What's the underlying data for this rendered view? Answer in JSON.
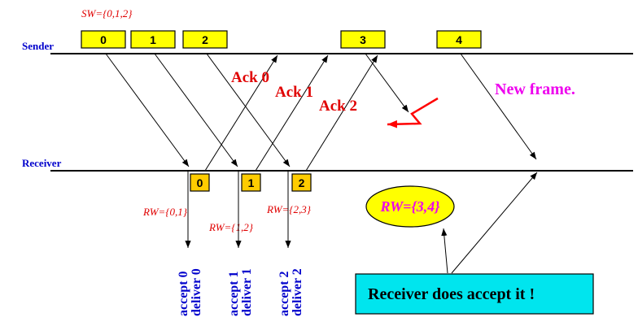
{
  "sender_window": "SW={0,1,2}",
  "labels": {
    "sender": "Sender",
    "receiver": "Receiver"
  },
  "sent_frames": [
    "0",
    "1",
    "2",
    "3",
    "4"
  ],
  "received_frames": [
    "0",
    "1",
    "2"
  ],
  "acks": [
    "Ack 0",
    "Ack 1",
    "Ack 2"
  ],
  "receiver_windows": [
    "RW={0,1}",
    "RW={1,2}",
    "RW={2,3}"
  ],
  "deliveries": [
    {
      "line1": "accept 0",
      "line2": "deliver 0"
    },
    {
      "line1": "accept 1",
      "line2": "deliver 1"
    },
    {
      "line1": "accept 2",
      "line2": "deliver 2"
    }
  ],
  "new_frame": "New frame.",
  "receiver_window_highlight": "RW={3,4}",
  "callout": "Receiver does accept it !",
  "colors": {
    "frame_sent": "#ffff00",
    "frame_received": "#ffcc00",
    "ack_text": "#e00000",
    "window_text": "#e00000",
    "line_label": "#0000cc",
    "deliver_text": "#0000cc",
    "new_frame_text": "#ee00ee",
    "highlight_text": "#ee00ee",
    "ellipse_fill": "#ffff00",
    "callout_fill": "#00e5ee",
    "lost_arrow": "#ff0000"
  }
}
